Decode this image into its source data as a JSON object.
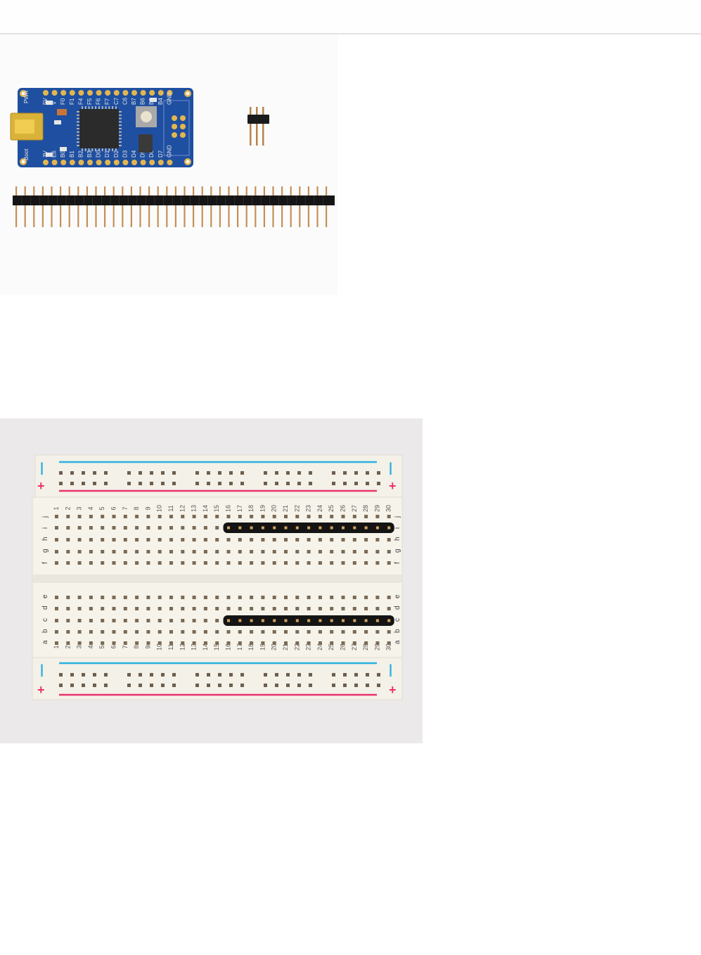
{
  "page": {
    "header": {
      "caption": "'"
    },
    "figures": [
      {
        "id": "photo-board-and-headers",
        "description": "Blue microcontroller breakout board with mini-USB connector, a 3-pin header and a long strip of male header pins",
        "board": {
          "color": "#1f4fa0",
          "pad_color": "#e2b650",
          "corner_labels": {
            "top_left": "PWR",
            "bottom_left": "Boot"
          },
          "top_row_labels": [
            "5V",
            "V",
            "F0",
            "F1",
            "F4",
            "F5",
            "F6",
            "F7",
            "C7",
            "C6",
            "B7",
            "B6",
            "B5",
            "B4",
            "GND"
          ],
          "bottom_row_labels": [
            "3V",
            "E6",
            "B0",
            "B1",
            "B2",
            "B3",
            "D0",
            "D1",
            "D2",
            "D3",
            "D4",
            "D5",
            "D6",
            "D7",
            "GND"
          ]
        },
        "small_header": {
          "pins": 3
        },
        "long_header": {
          "pins": 36
        }
      },
      {
        "id": "photo-breadboard",
        "description": "Half-size white breadboard with two 15-pin header strips inserted in rows i and c, columns 16 to 30",
        "column_numbers": [
          "1",
          "2",
          "3",
          "4",
          "5",
          "6",
          "7",
          "8",
          "9",
          "10",
          "11",
          "12",
          "13",
          "14",
          "15",
          "16",
          "17",
          "18",
          "19",
          "20",
          "21",
          "22",
          "23",
          "24",
          "25",
          "26",
          "27",
          "28",
          "29",
          "30"
        ],
        "upper_rows": [
          "j",
          "i",
          "h",
          "g",
          "f"
        ],
        "lower_rows": [
          "e",
          "d",
          "c",
          "b",
          "a"
        ],
        "rail_minus": "−",
        "rail_plus": "+",
        "rail_minus_color": "#2ab0e0",
        "rail_plus_color": "#e8336e",
        "inserted_headers": [
          {
            "row": "i",
            "from_column": 16,
            "to_column": 30
          },
          {
            "row": "c",
            "from_column": 16,
            "to_column": 30
          }
        ]
      }
    ]
  }
}
